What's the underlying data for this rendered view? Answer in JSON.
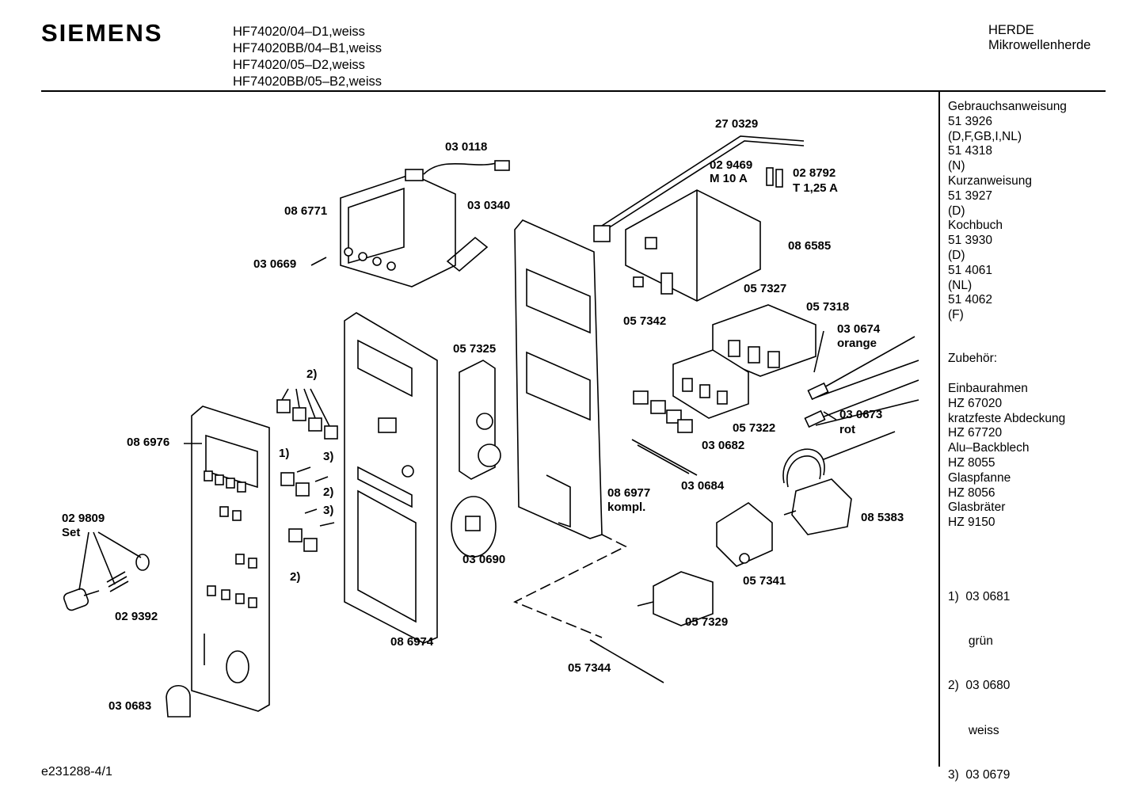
{
  "header": {
    "brand": "SIEMENS",
    "models": [
      "HF74020/04–D1,weiss",
      "HF74020BB/04–B1,weiss",
      "HF74020/05–D2,weiss",
      "HF74020BB/05–B2,weiss"
    ],
    "category": "HERDE",
    "subcategory": "Mikrowellenherde"
  },
  "sidebar": {
    "lines": [
      "Gebrauchsanweisung",
      "51 3926",
      "(D,F,GB,I,NL)",
      "51 4318",
      "(N)",
      "Kurzanweisung",
      "51 3927",
      "(D)",
      "Kochbuch",
      "51 3930",
      "(D)",
      "51 4061",
      "(NL)",
      "51 4062",
      "(F)"
    ],
    "accessories_title": "Zubehör:",
    "accessories": [
      "Einbaurahmen",
      "HZ 67020",
      "kratzfeste Abdeckung",
      "HZ 67720",
      "Alu–Backblech",
      "HZ 8055",
      "Glaspfanne",
      "HZ 8056",
      "Glasbräter",
      "HZ 9150"
    ],
    "footnotes": [
      "1)  03 0681",
      "      grün",
      "2)  03 0680",
      "      weiss",
      "3)  03 0679"
    ]
  },
  "parts": {
    "p270329": "27 0329",
    "p030118": "03 0118",
    "p029469": "02 9469",
    "p029469b": "M 10 A",
    "p028792": "02 8792",
    "p028792b": "T 1,25 A",
    "p086771": "08 6771",
    "p030340": "03 0340",
    "p086585": "08 6585",
    "p030669": "03 0669",
    "p057327": "05 7327",
    "p057318": "05 7318",
    "p057342": "05 7342",
    "p030674": "03 0674",
    "p030674b": "orange",
    "p057325": "05 7325",
    "p086976": "08 6976",
    "p057322": "05 7322",
    "p030673": "03 0673",
    "p030673b": "rot",
    "p030682": "03 0682",
    "p030684": "03 0684",
    "p086977": "08 6977",
    "p086977b": "kompl.",
    "p029809": "02 9809",
    "p029809b": "Set",
    "p085383": "08 5383",
    "p030690": "03 0690",
    "p057341": "05 7341",
    "p029392": "02 9392",
    "p086974": "08 6974",
    "p057329": "05 7329",
    "p057344": "05 7344",
    "p030683": "03 0683"
  },
  "notes": {
    "n2a": "2)",
    "n1": "1)",
    "n3a": "3)",
    "n2b": "2)",
    "n3b": "3)",
    "n2c": "2)"
  },
  "footer": {
    "doc_code": "e231288-4/1"
  }
}
